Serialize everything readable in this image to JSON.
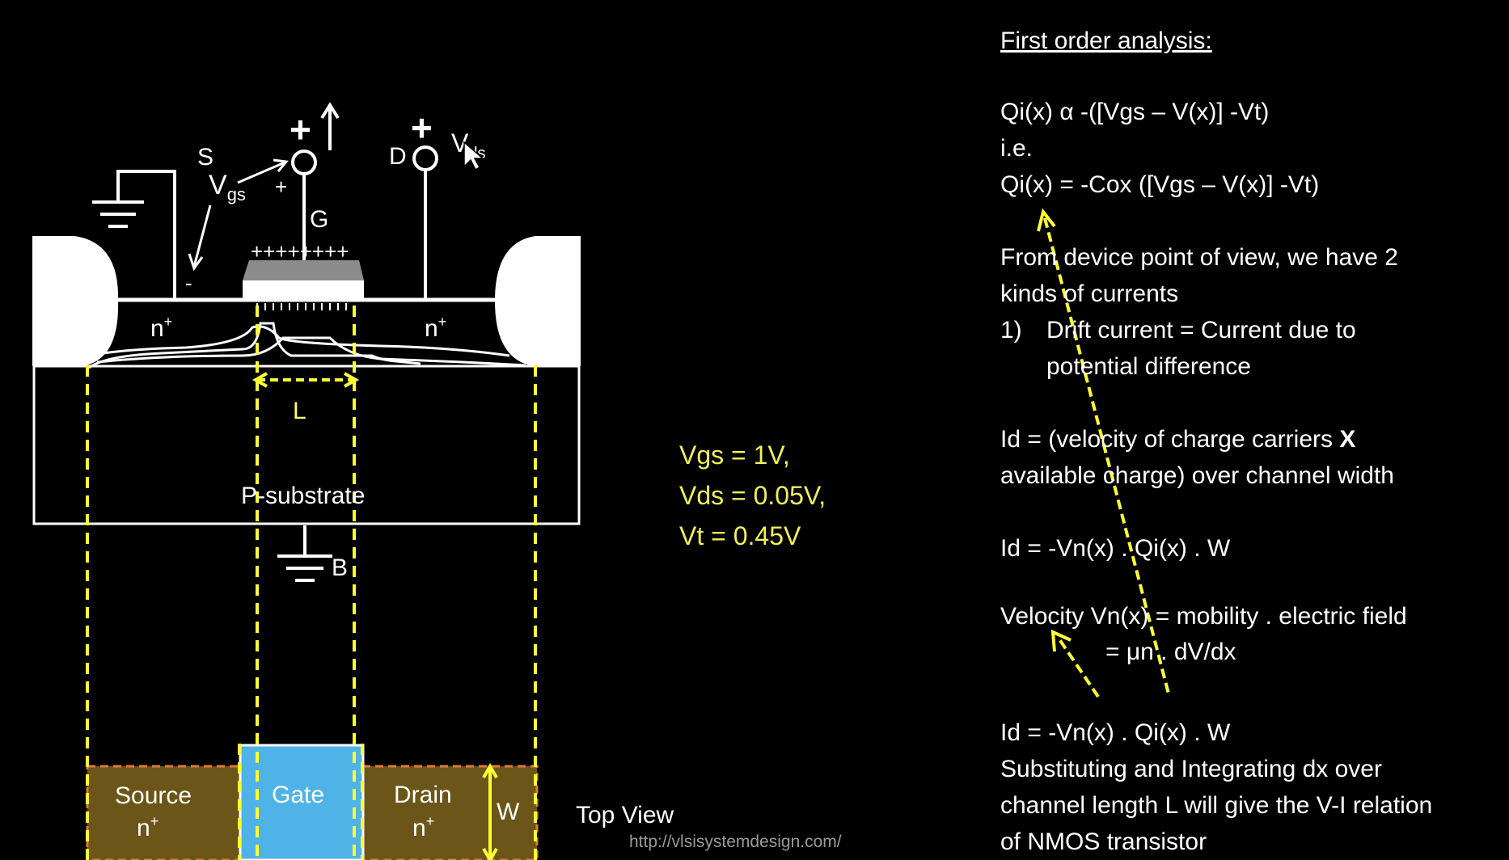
{
  "cross_section": {
    "source_terminal": "S",
    "drain_terminal": "D",
    "gate_terminal": "G",
    "body_terminal": "B",
    "vgs_label": "V",
    "vgs_sub": "gs",
    "vds_label": "V",
    "vds_sub": "ds",
    "plus": "+",
    "minus": "-",
    "gate_charges": "++++++++",
    "n_plus": "n",
    "sup_plus": "+",
    "channel_length": "L",
    "substrate": "P-substrate"
  },
  "top_view": {
    "label": "Top View",
    "source": "Source",
    "gate": "Gate",
    "drain": "Drain",
    "n_plus": "n",
    "sup_plus": "+",
    "width": "W"
  },
  "params": {
    "vgs": "Vgs = 1V,",
    "vds": "Vds = 0.05V,",
    "vt": "Vt = 0.45V"
  },
  "notes": {
    "title": "First order analysis:",
    "l1": "Qi(x) α -([Vgs – V(x)] -Vt)",
    "l2": "i.e.",
    "l3": "Qi(x) = -Cox ([Vgs – V(x)] -Vt)",
    "l4": "From device point of view, we have 2",
    "l5": "kinds of currents",
    "l6_num": "1)",
    "l6": "Drift current = Current due to",
    "l7": "potential difference",
    "l8a": "Id = (velocity of charge carriers ",
    "l8b": "X",
    "l9": "available charge) over channel width",
    "l10": "Id = -Vn(x) . Qi(x) . W",
    "l11": "Velocity Vn(x) = mobility . electric field",
    "l12": "= μn . dV/dx",
    "l13": "Id = -Vn(x) . Qi(x) . W",
    "l14": "Substituting and Integrating dx over",
    "l15": "channel length L will give the V-I relation",
    "l16": "of NMOS transistor"
  },
  "url": "http://vlsisystemdesign.com/",
  "colors": {
    "background": "#000000",
    "annotation_yellow": "#ffff33",
    "source_drain_fill": "#6b5518",
    "source_drain_border": "#e07a3a",
    "gate_fill": "#4fb3e8"
  }
}
